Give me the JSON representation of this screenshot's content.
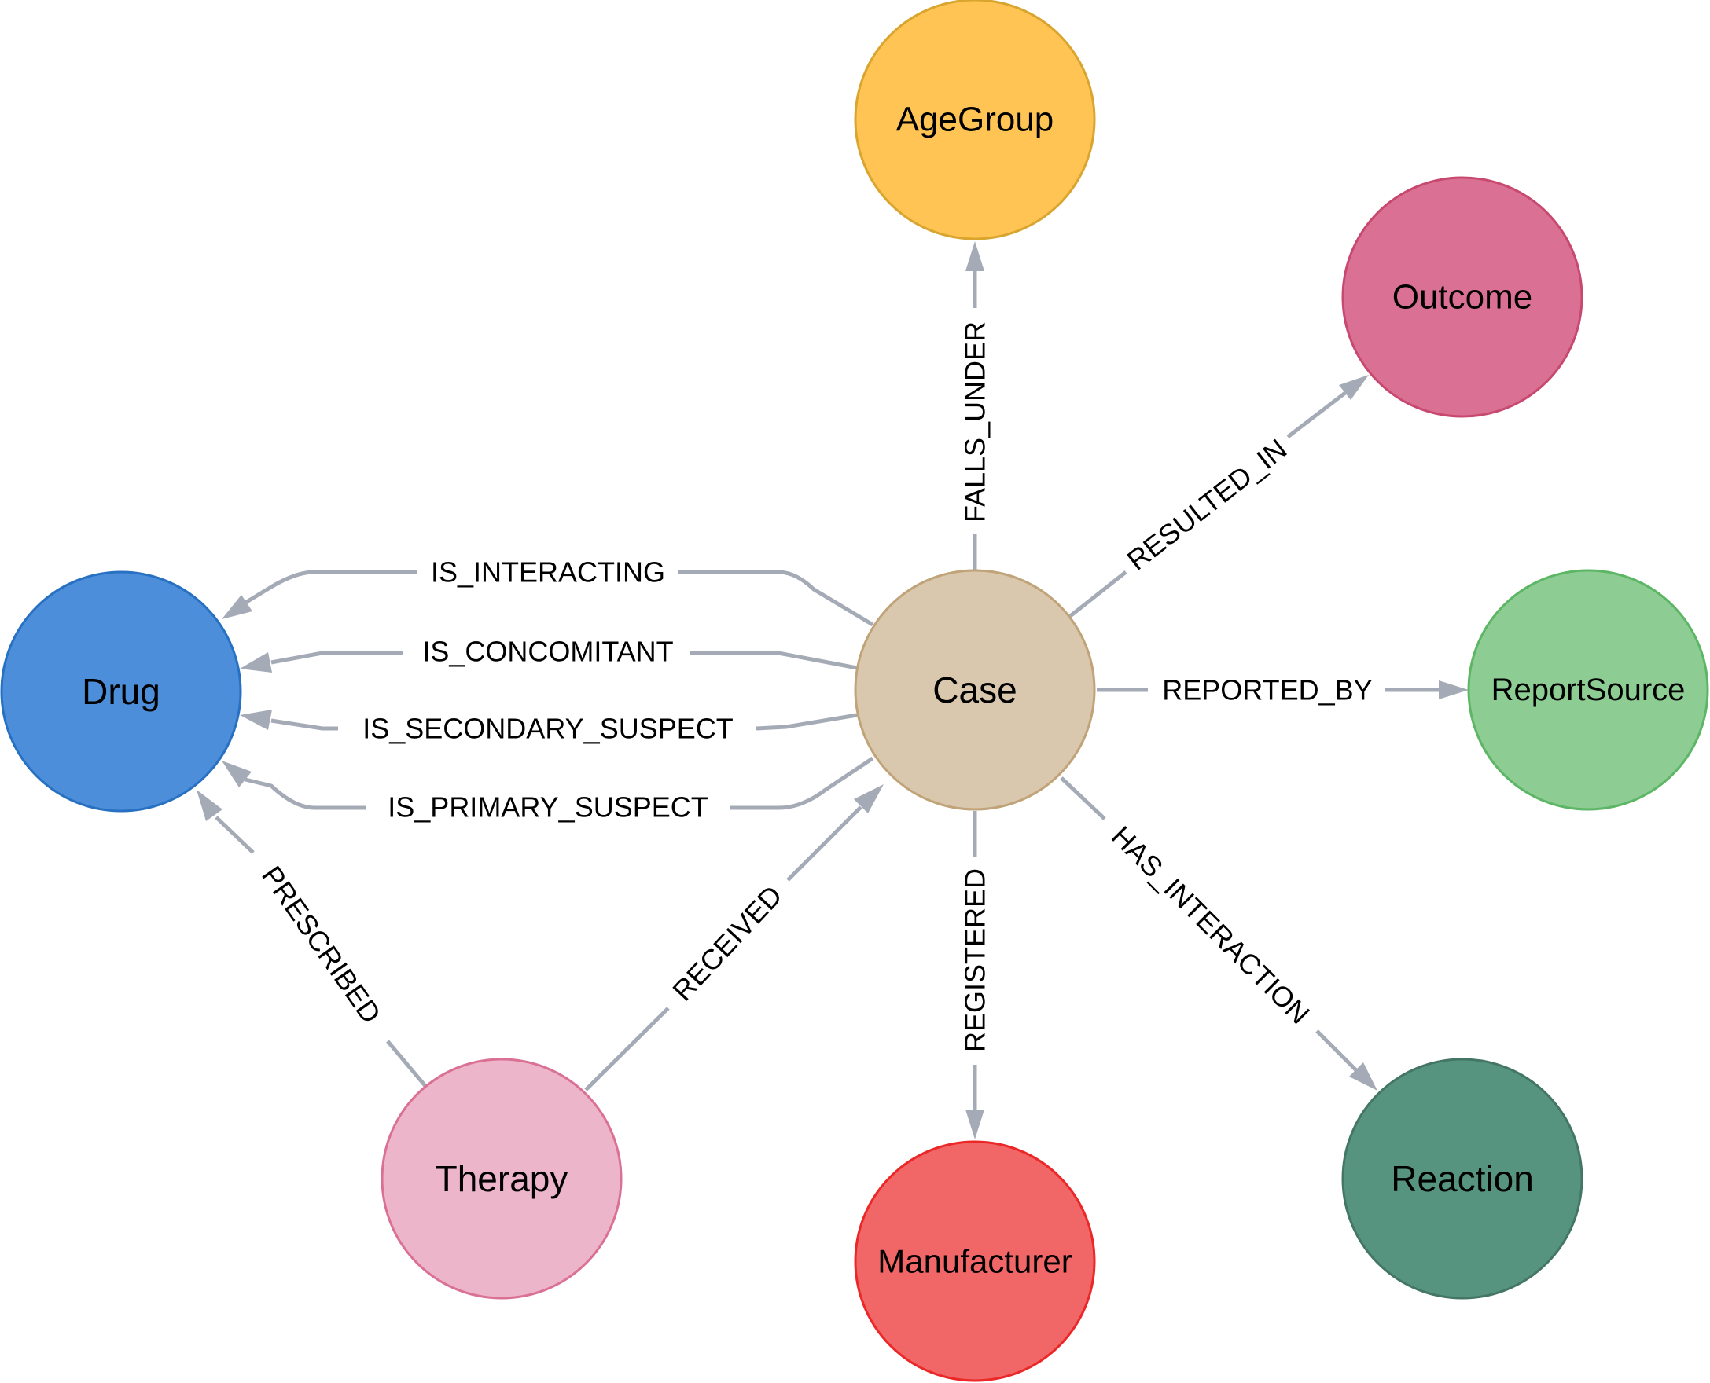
{
  "nodes": {
    "agegroup": {
      "label": "AgeGroup",
      "fill": "#ffc454",
      "stroke": "#d9a52e"
    },
    "outcome": {
      "label": "Outcome",
      "fill": "#da7194",
      "stroke": "#c8496f"
    },
    "drug": {
      "label": "Drug",
      "fill": "#4c8eda",
      "stroke": "#2870c2"
    },
    "case": {
      "label": "Case",
      "fill": "#d9c8ae",
      "stroke": "#c0a378"
    },
    "reportsource": {
      "label": "ReportSource",
      "fill": "#8dcc93",
      "stroke": "#5db665"
    },
    "therapy": {
      "label": "Therapy",
      "fill": "#ecb5c9",
      "stroke": "#da7194"
    },
    "manufacturer": {
      "label": "Manufacturer",
      "fill": "#f16667",
      "stroke": "#eb2728"
    },
    "reaction": {
      "label": "Reaction",
      "fill": "#569480",
      "stroke": "#447666"
    }
  },
  "edges": {
    "falls_under": "FALLS_UNDER",
    "resulted_in": "RESULTED_IN",
    "is_interacting": "IS_INTERACTING",
    "is_concomitant": "IS_CONCOMITANT",
    "is_secondary_suspect": "IS_SECONDARY_SUSPECT",
    "is_primary_suspect": "IS_PRIMARY_SUSPECT",
    "reported_by": "REPORTED_BY",
    "prescribed": "PRESCRIBED",
    "received": "RECEIVED",
    "registered": "REGISTERED",
    "has_interaction": "HAS_INTERACTION"
  },
  "colors": {
    "edge": "#a5abb6"
  }
}
